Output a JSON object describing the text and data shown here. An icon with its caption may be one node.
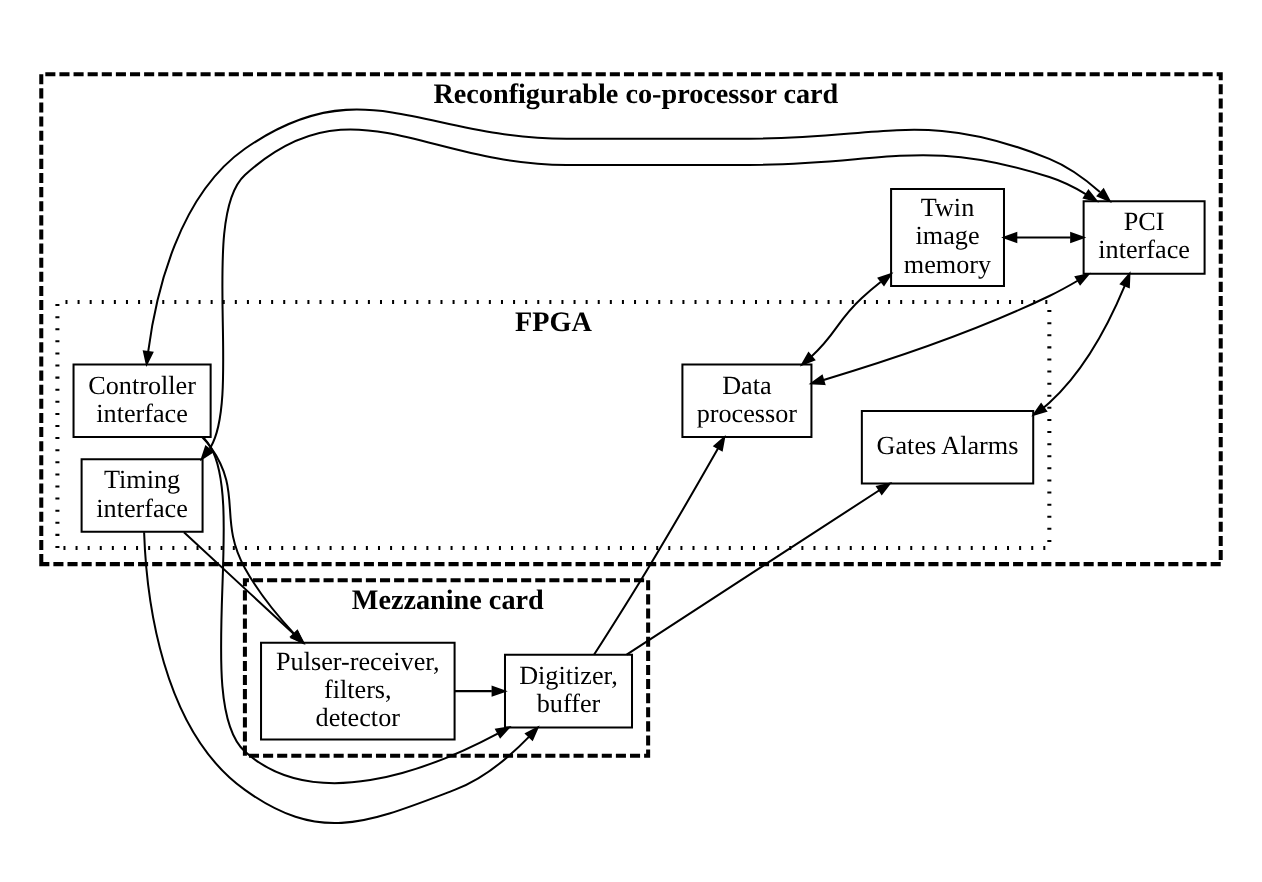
{
  "diagram": {
    "nodes": [
      {
        "text": [
          "Mezzanine card"
        ]
      },
      {
        "text": [
          "Reconfigurable co-processor card"
        ]
      },
      {
        "text": [
          "FPGA"
        ],
        "in": 1
      },
      {
        "text": [
          "Pulser-receiver, filters, detector"
        ],
        "in": 0
      },
      {
        "text": [
          "Digitizer, buffer"
        ],
        "in": 0
      },
      {
        "text": [
          "Gates Alarms"
        ],
        "in": 2
      },
      {
        "text": [
          "Data processor"
        ],
        "in": 2
      },
      {
        "text": [
          "Controller interface"
        ],
        "in": 2
      },
      {
        "text": [
          "Timing interface"
        ],
        "in": 2
      },
      {
        "text": [
          "Twin image memory"
        ],
        "in": 1
      },
      {
        "text": [
          "PCI interface"
        ],
        "in": 1
      }
    ],
    "edges": [
      {
        "from": 3,
        "to": 4,
        "arrow": "to"
      },
      {
        "from": 4,
        "to": 5,
        "arrow": "to"
      },
      {
        "from": 4,
        "to": 6,
        "arrow": "to"
      },
      {
        "from": 7,
        "to": 3,
        "arrow": "to"
      },
      {
        "from": 7,
        "to": 4,
        "arrow": "to"
      },
      {
        "from": 8,
        "to": 3,
        "arrow": "to"
      },
      {
        "from": 8,
        "to": 4,
        "arrow": "to"
      },
      {
        "from": 5,
        "to": 10,
        "arrow": "both"
      },
      {
        "from": 6,
        "to": 10,
        "arrow": "both"
      },
      {
        "from": 7,
        "to": 10,
        "arrow": "both"
      },
      {
        "from": 8,
        "to": 10,
        "arrow": "both"
      },
      {
        "from": 6,
        "to": 9,
        "arrow": "both"
      },
      {
        "from": 9,
        "to": 10,
        "arrow": "both"
      }
    ]
  }
}
